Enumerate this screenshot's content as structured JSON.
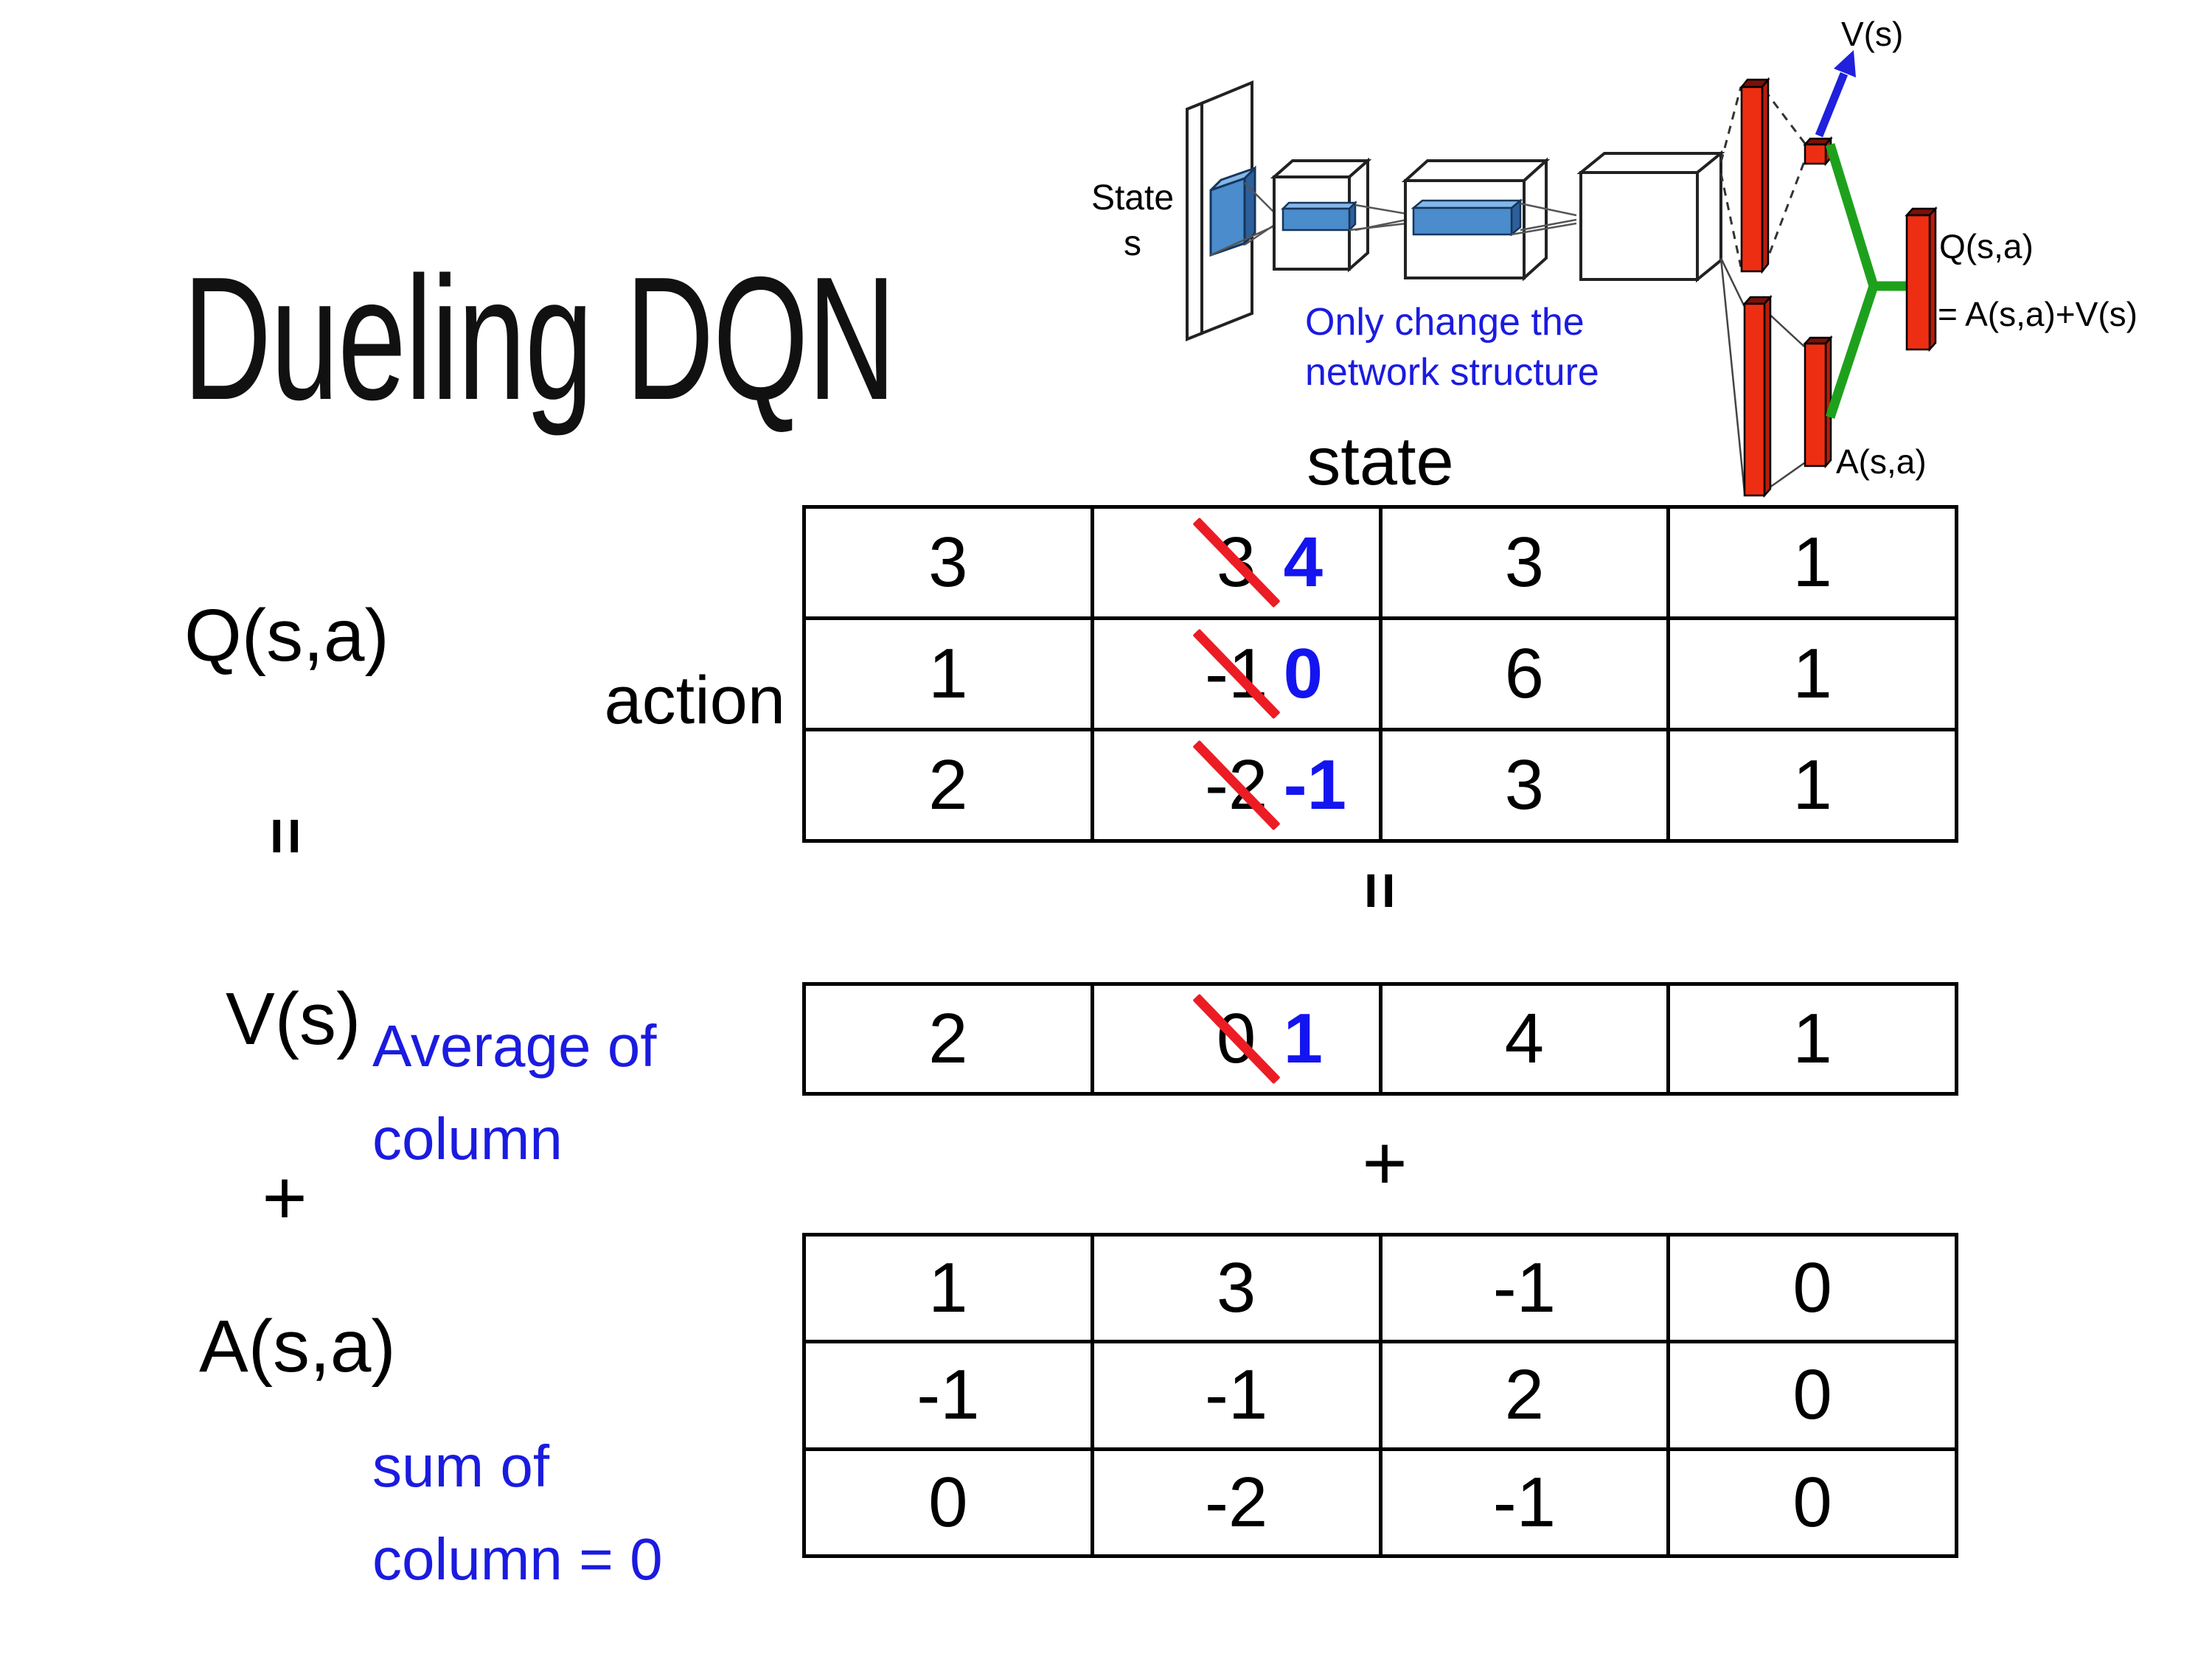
{
  "title": "Dueling DQN",
  "network_diagram": {
    "input_label_line1": "State",
    "input_label_line2": "s",
    "note_line1": "Only change the",
    "note_line2": "network structure",
    "v_output_label": "V(s)",
    "q_output_label": "Q(s,a)",
    "q_output_formula": "= A(s,a)+V(s)",
    "a_output_label": "A(s,a)"
  },
  "equation": {
    "q_label": "Q(s,a)",
    "v_label": "V(s)",
    "a_label": "A(s,a)",
    "equals_rotated": "=",
    "plus": "+",
    "v_annotation_line1": "Average of",
    "v_annotation_line2": "column",
    "a_annotation_line1": "sum of",
    "a_annotation_line2": "column = 0"
  },
  "matrix": {
    "state_header": "state",
    "action_header": "action",
    "q_table": {
      "rows": [
        [
          "3",
          {
            "old": "3",
            "new": "4"
          },
          "3",
          "1"
        ],
        [
          "1",
          {
            "old": "-1",
            "new": "0"
          },
          "6",
          "1"
        ],
        [
          "2",
          {
            "old": "-2",
            "new": "-1"
          },
          "3",
          "1"
        ]
      ]
    },
    "v_table": {
      "rows": [
        [
          "2",
          {
            "old": "0",
            "new": "1"
          },
          "4",
          "1"
        ]
      ]
    },
    "a_table": {
      "rows": [
        [
          "1",
          "3",
          "-1",
          "0"
        ],
        [
          "-1",
          "-1",
          "2",
          "0"
        ],
        [
          "0",
          "-2",
          "-1",
          "0"
        ]
      ]
    }
  },
  "colors": {
    "annotation_blue": "#1b1be0",
    "new_value_blue": "#1414f0",
    "strike_red": "#ec1c24",
    "bar_red": "#ee2e13",
    "bar_red_dark": "#7a1108",
    "bar_red_side": "#b51e0c",
    "link_green": "#1da11d",
    "conv_blue": "#4a8ccc",
    "conv_blue_light": "#85b7e8",
    "conv_blue_dark": "#2d5f9a",
    "arrow_blue": "#2020dd"
  }
}
